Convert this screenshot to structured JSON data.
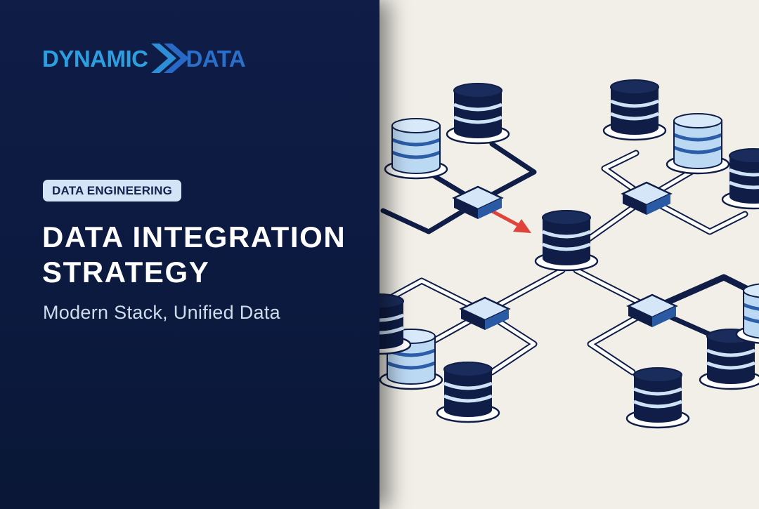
{
  "brand": {
    "logo_word_1": "DYNAMIC",
    "logo_word_2": "DATA",
    "colors": {
      "primary_blue": "#2d9ee0",
      "secondary_blue": "#2a6fc9",
      "chevron_blue": "#2c8fd8"
    }
  },
  "hero": {
    "category": "DATA ENGINEERING",
    "headline_line_1": "DATA INTEGRATION",
    "headline_line_2": "STRATEGY",
    "subtitle": "Modern Stack, Unified Data"
  },
  "theme": {
    "panel_background": "#0f1d47",
    "illustration_background": "#f2efe8",
    "node_dark": "#0f1d47",
    "node_light": "#bcd9f3",
    "accent_arrow": "#e0433a"
  },
  "illustration": {
    "icon": "database-network-illustration"
  }
}
